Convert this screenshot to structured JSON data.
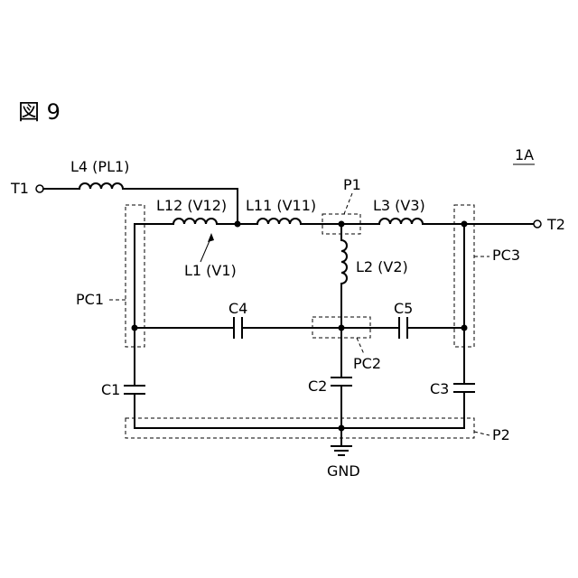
{
  "figure": {
    "title": "図 9",
    "ref": "1A",
    "terminals": {
      "t1": "T1",
      "t2": "T2",
      "gnd": "GND"
    },
    "components": {
      "l4": "L4 (PL1)",
      "l12": "L12 (V12)",
      "l11": "L11 (V11)",
      "l3": "L3 (V3)",
      "l1": "L1 (V1)",
      "l2": "L2 (V2)",
      "c1": "C1",
      "c2": "C2",
      "c3": "C3",
      "c4": "C4",
      "c5": "C5"
    },
    "regions": {
      "p1": "P1",
      "p2": "P2",
      "pc1": "PC1",
      "pc2": "PC2",
      "pc3": "PC3"
    }
  }
}
